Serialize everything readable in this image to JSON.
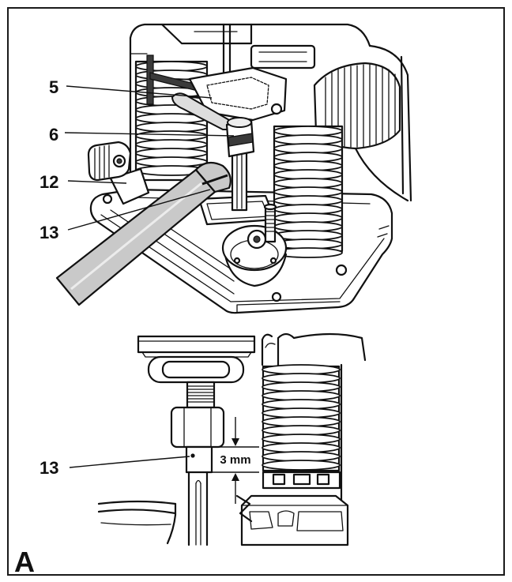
{
  "figure": {
    "callouts": [
      "5",
      "6",
      "12",
      "13",
      "13"
    ],
    "dimension_label": "3 mm",
    "panel_label": "A"
  }
}
